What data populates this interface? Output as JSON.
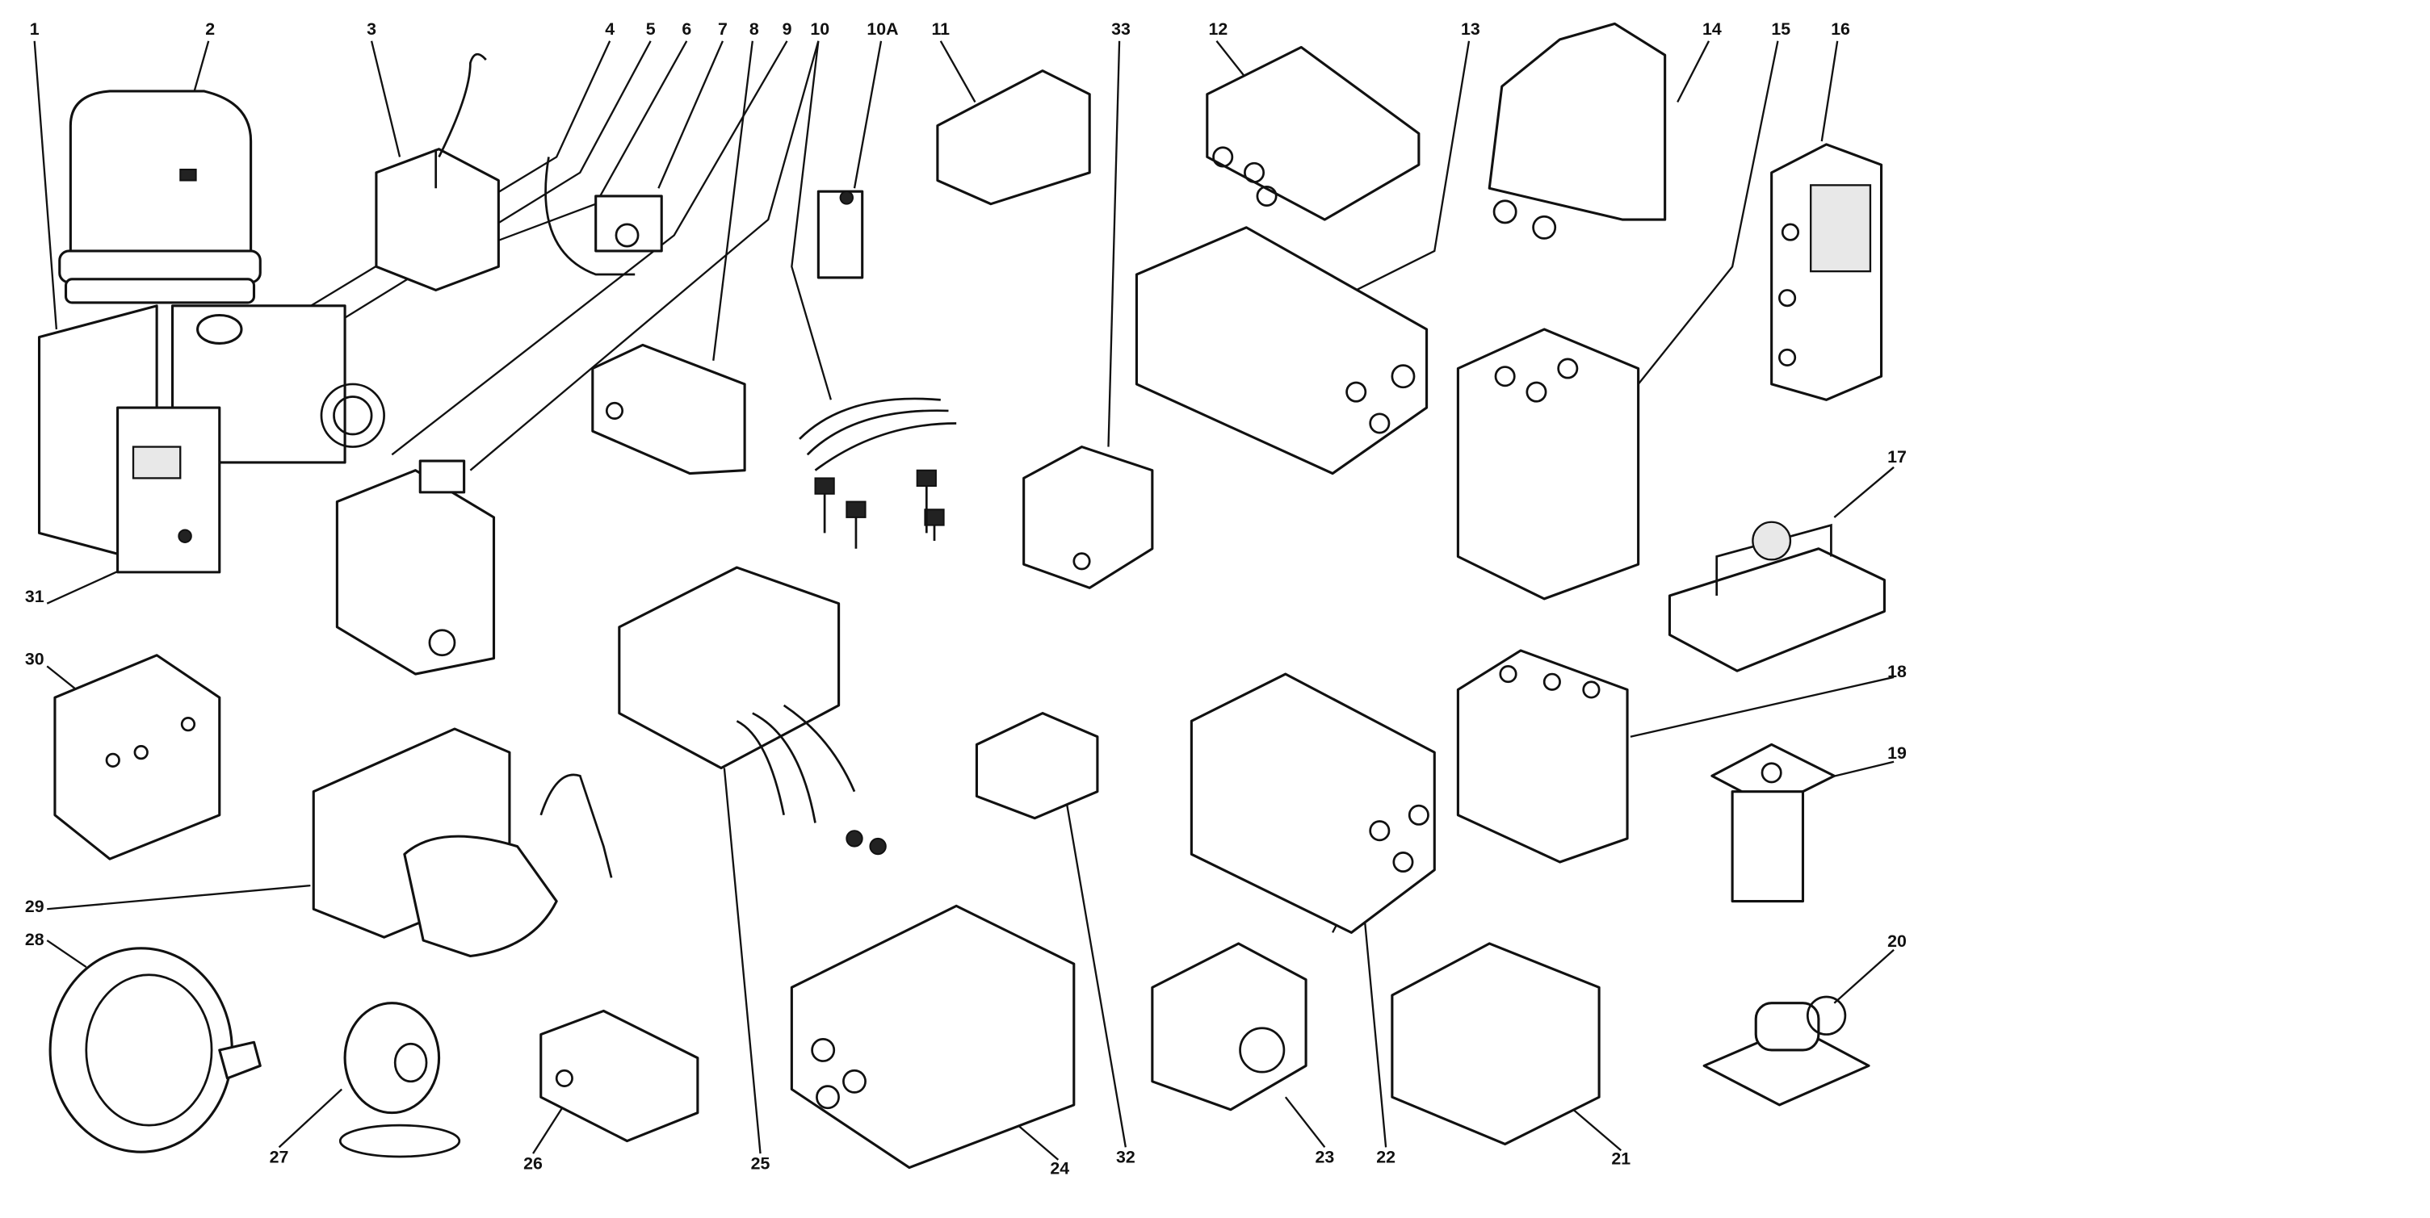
{
  "callouts": {
    "c1": "1",
    "c2": "2",
    "c3": "3",
    "c4": "4",
    "c5": "5",
    "c6": "6",
    "c7": "7",
    "c8": "8",
    "c9": "9",
    "c10": "10",
    "c10a": "10A",
    "c11": "11",
    "c12": "12",
    "c13": "13",
    "c14": "14",
    "c15": "15",
    "c16": "16",
    "c17": "17",
    "c18": "18",
    "c19": "19",
    "c20": "20",
    "c21": "21",
    "c22": "22",
    "c23": "23",
    "c24": "24",
    "c25": "25",
    "c26": "26",
    "c27": "27",
    "c28": "28",
    "c29": "29",
    "c30": "30",
    "c31": "31",
    "c32": "32",
    "c33": "33"
  }
}
